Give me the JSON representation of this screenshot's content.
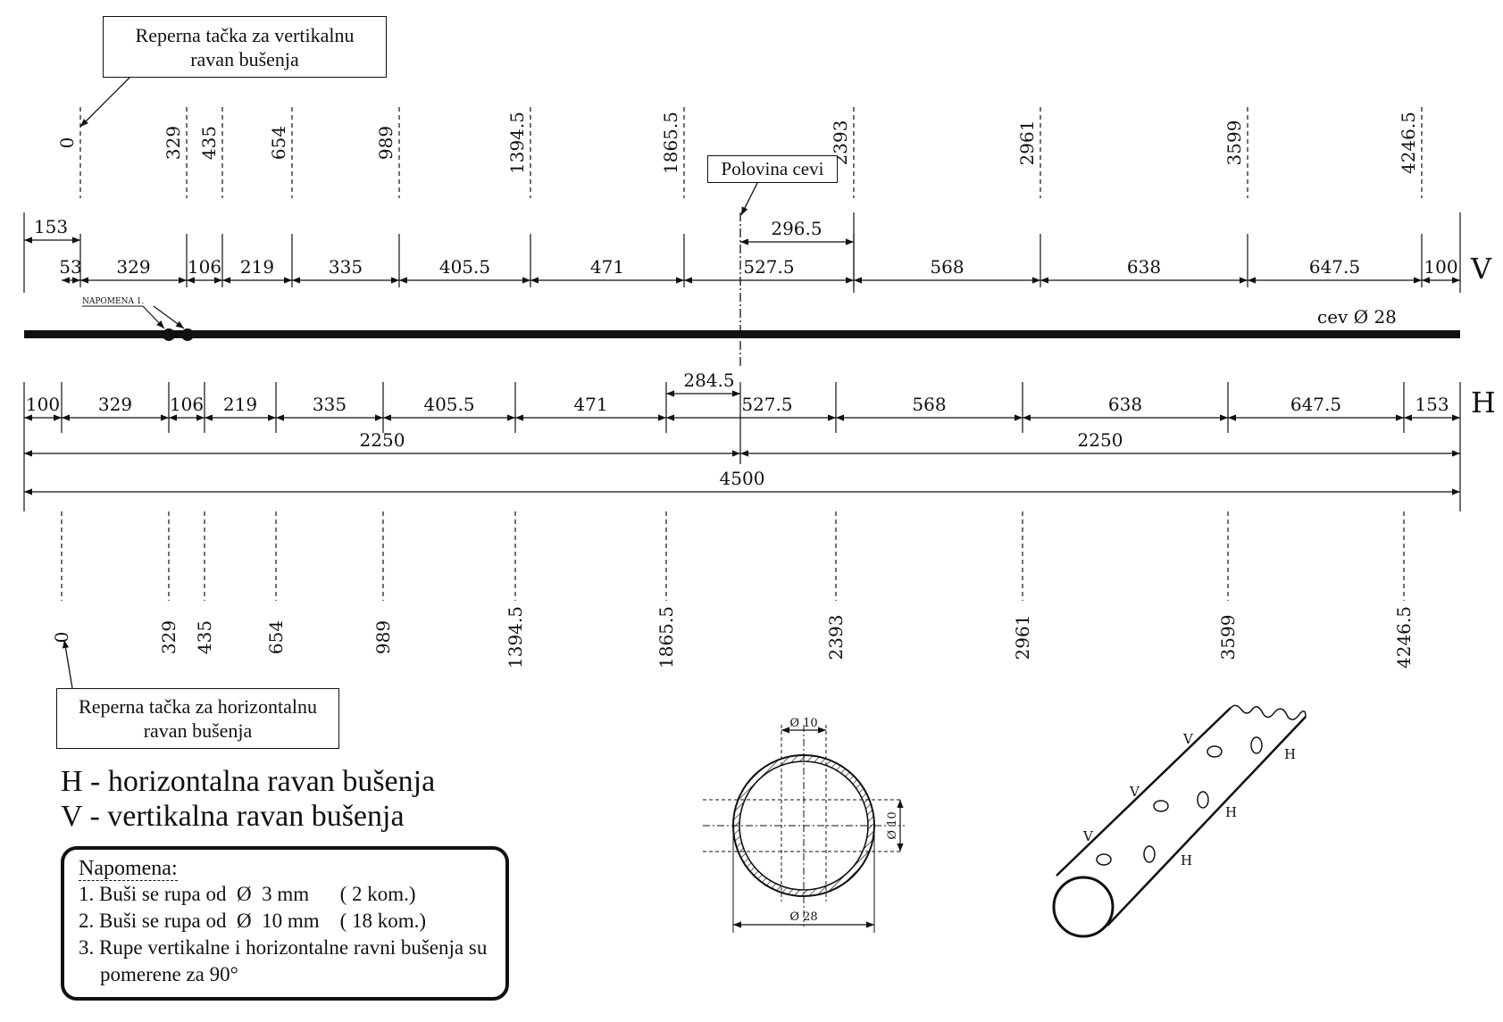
{
  "callouts": {
    "vertical_ref": [
      "Reperna tačka za vertikalnu",
      "ravan bušenja"
    ],
    "horizontal_ref": [
      "Reperna tačka za horizontalnu",
      "ravan bušenja"
    ],
    "half_pipe": "Polovina cevi",
    "napomena_tag": "NAPOMENA 1."
  },
  "plane_labels": {
    "V": "V",
    "H": "H"
  },
  "pipe_label": "cev Ø 28",
  "top_positions": [
    "0",
    "329",
    "435",
    "654",
    "989",
    "1394.5",
    "1865.5",
    "2393",
    "2961",
    "3599",
    "4246.5"
  ],
  "bottom_positions": [
    "0",
    "329",
    "435",
    "654",
    "989",
    "1394.5",
    "1865.5",
    "2393",
    "2961",
    "3599",
    "4246.5"
  ],
  "v_row": {
    "offset_153": "153",
    "half_offset": "296.5",
    "segments": [
      "53",
      "329",
      "106",
      "219",
      "335",
      "405.5",
      "471",
      "527.5",
      "568",
      "638",
      "647.5",
      "100"
    ]
  },
  "h_row": {
    "half_offset": "284.5",
    "segments": [
      "100",
      "329",
      "106",
      "219",
      "335",
      "405.5",
      "471",
      "527.5",
      "568",
      "638",
      "647.5",
      "153"
    ],
    "halves": [
      "2250",
      "2250"
    ],
    "total": "4500"
  },
  "legend": [
    "H - horizontalna ravan bušenja",
    "V - vertikalna ravan bušenja"
  ],
  "note": {
    "title": "Napomena:",
    "lines": [
      "1. Buši se rupa od  Ø  3 mm      ( 2 kom.)",
      "2. Buši se rupa od  Ø  10 mm    ( 18 kom.)",
      "3. Rupe vertikalne i horizontalne ravni bušenja su",
      "pomerene za 90°"
    ]
  },
  "section": {
    "hole_top": "Ø 10",
    "hole_side": "Ø 10",
    "outer": "Ø 28"
  },
  "iso_labels": [
    "V",
    "V",
    "V",
    "H",
    "H",
    "H"
  ]
}
